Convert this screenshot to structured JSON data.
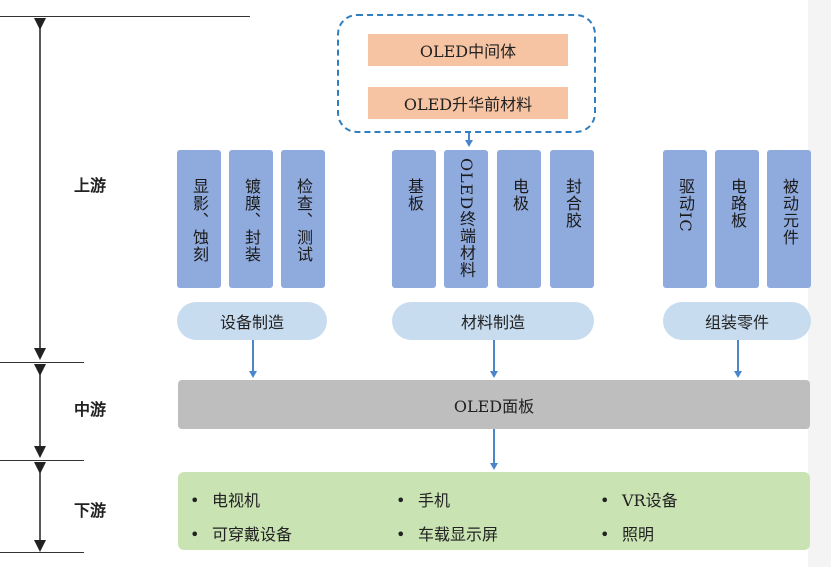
{
  "stages": {
    "upstream": "上游",
    "midstream": "中游",
    "downstream": "下游"
  },
  "intermediates": {
    "item1": "OLED中间体",
    "item2": "OLED升华前材料"
  },
  "groups": [
    {
      "label": "设备制造",
      "items": [
        "显影、蚀刻",
        "镀膜、封装",
        "检查、测试"
      ]
    },
    {
      "label": "材料制造",
      "items": [
        "基板",
        "OLED终端材料",
        "电极",
        "封合胶"
      ]
    },
    {
      "label": "组装零件",
      "items": [
        "驱动IC",
        "电路板",
        "被动元件"
      ]
    }
  ],
  "midstream_panel": "OLED面板",
  "downstream_items": [
    "电视机",
    "手机",
    "VR设备",
    "可穿戴设备",
    "车载显示屏",
    "照明"
  ],
  "colors": {
    "orange": "#f6c3a3",
    "blue_box": "#8faadc",
    "pill": "#c8dcf0",
    "panel": "#bebebe",
    "green": "#c9e3b3",
    "dashed_border": "#2f7fc0"
  }
}
